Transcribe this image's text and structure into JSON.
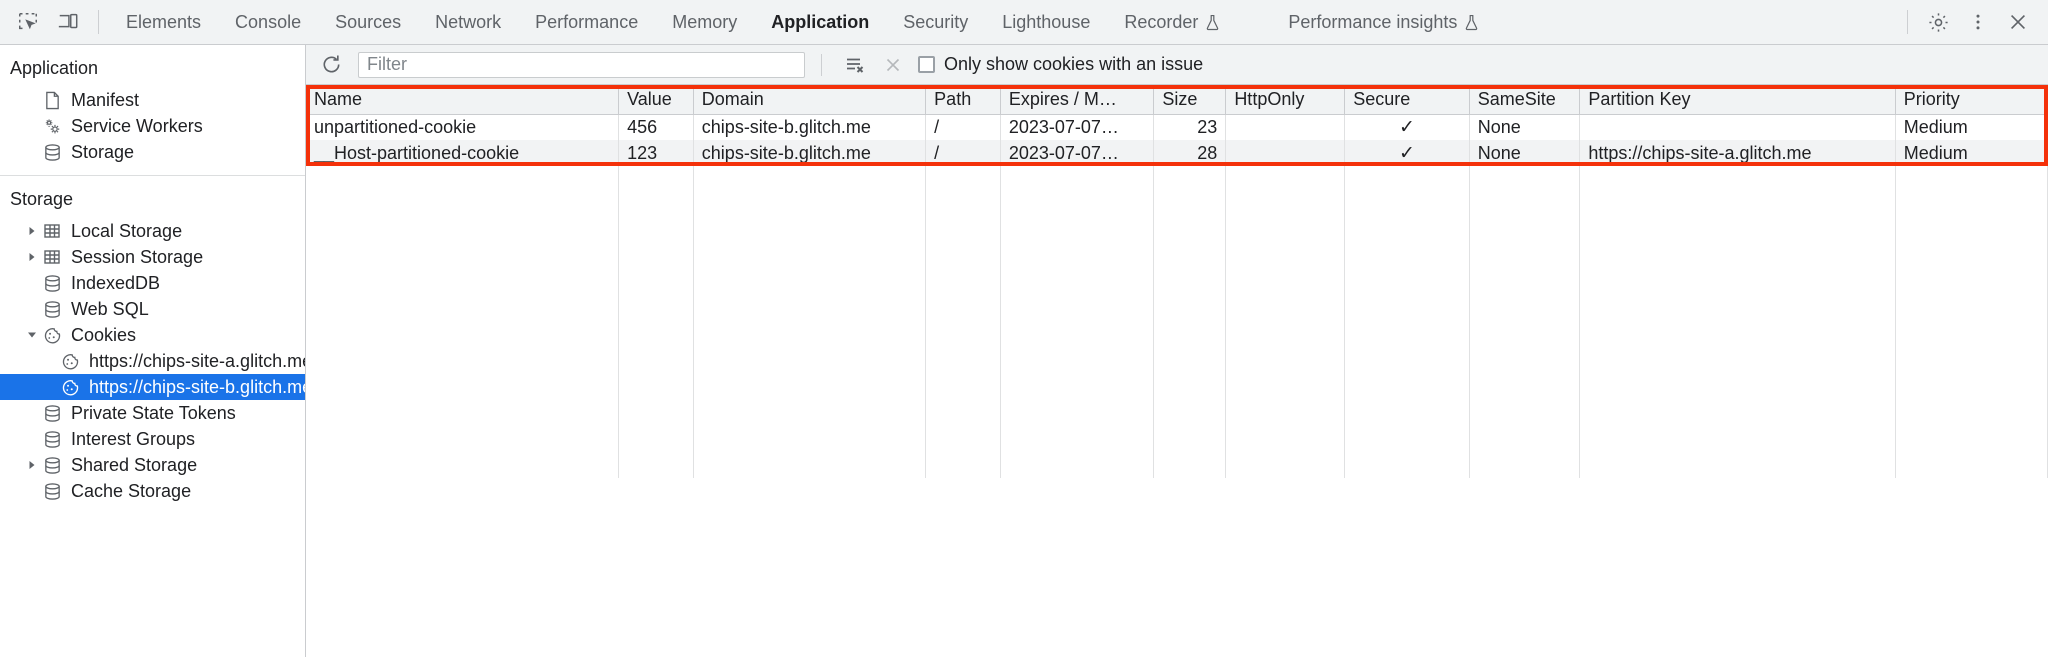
{
  "toolbar": {
    "inspect_icon": "inspect-element-icon",
    "device_icon": "device-toolbar-icon",
    "tabs": [
      {
        "label": "Elements",
        "active": false,
        "experimental": false
      },
      {
        "label": "Console",
        "active": false,
        "experimental": false
      },
      {
        "label": "Sources",
        "active": false,
        "experimental": false
      },
      {
        "label": "Network",
        "active": false,
        "experimental": false
      },
      {
        "label": "Performance",
        "active": false,
        "experimental": false
      },
      {
        "label": "Memory",
        "active": false,
        "experimental": false
      },
      {
        "label": "Application",
        "active": true,
        "experimental": false
      },
      {
        "label": "Security",
        "active": false,
        "experimental": false
      },
      {
        "label": "Lighthouse",
        "active": false,
        "experimental": false
      },
      {
        "label": "Recorder",
        "active": false,
        "experimental": true
      },
      {
        "label": "Performance insights",
        "active": false,
        "experimental": true
      }
    ],
    "settings_icon": "gear-icon",
    "more_icon": "kebab-menu-icon",
    "close_icon": "close-icon",
    "active_tab_accent": "#1a73e8"
  },
  "sidebar": {
    "application": {
      "title": "Application",
      "items": [
        {
          "label": "Manifest",
          "icon": "document-icon",
          "twisty": "none"
        },
        {
          "label": "Service Workers",
          "icon": "gears-icon",
          "twisty": "none"
        },
        {
          "label": "Storage",
          "icon": "database-icon",
          "twisty": "none"
        }
      ]
    },
    "storage": {
      "title": "Storage",
      "items": [
        {
          "label": "Local Storage",
          "icon": "table-icon",
          "twisty": "collapsed",
          "indent": 1,
          "selected": false
        },
        {
          "label": "Session Storage",
          "icon": "table-icon",
          "twisty": "collapsed",
          "indent": 1,
          "selected": false
        },
        {
          "label": "IndexedDB",
          "icon": "database-icon",
          "twisty": "none",
          "indent": 1,
          "selected": false
        },
        {
          "label": "Web SQL",
          "icon": "database-icon",
          "twisty": "none",
          "indent": 1,
          "selected": false
        },
        {
          "label": "Cookies",
          "icon": "cookie-icon",
          "twisty": "expanded",
          "indent": 1,
          "selected": false
        },
        {
          "label": "https://chips-site-a.glitch.me",
          "icon": "cookie-icon",
          "twisty": "none",
          "indent": 2,
          "selected": false
        },
        {
          "label": "https://chips-site-b.glitch.me",
          "icon": "cookie-icon",
          "twisty": "none",
          "indent": 2,
          "selected": true
        },
        {
          "label": "Private State Tokens",
          "icon": "database-icon",
          "twisty": "none",
          "indent": 1,
          "selected": false
        },
        {
          "label": "Interest Groups",
          "icon": "database-icon",
          "twisty": "none",
          "indent": 1,
          "selected": false
        },
        {
          "label": "Shared Storage",
          "icon": "database-icon",
          "twisty": "collapsed",
          "indent": 1,
          "selected": false
        },
        {
          "label": "Cache Storage",
          "icon": "database-icon",
          "twisty": "none",
          "indent": 1,
          "selected": false
        }
      ],
      "selected_highlight": "#1a73e8"
    }
  },
  "filterbar": {
    "refresh_icon": "refresh-icon",
    "filter_placeholder": "Filter",
    "filter_value": "",
    "clear_all_icon": "clear-all-cookies-icon",
    "delete_icon": "delete-selected-icon",
    "checkbox_label": "Only show cookies with an issue",
    "checkbox_checked": false
  },
  "table": {
    "columns": [
      "Name",
      "Value",
      "Domain",
      "Path",
      "Expires / M…",
      "Size",
      "HttpOnly",
      "Secure",
      "SameSite",
      "Partition Key",
      "Priority"
    ],
    "rows": [
      {
        "name": "unpartitioned-cookie",
        "value": "456",
        "domain": "chips-site-b.glitch.me",
        "path": "/",
        "expires": "2023-07-07…",
        "size": "23",
        "httponly": "",
        "secure": "✓",
        "samesite": "None",
        "partition_key": "",
        "priority": "Medium"
      },
      {
        "name": "__Host-partitioned-cookie",
        "value": "123",
        "domain": "chips-site-b.glitch.me",
        "path": "/",
        "expires": "2023-07-07…",
        "size": "28",
        "httponly": "",
        "secure": "✓",
        "samesite": "None",
        "partition_key": "https://chips-site-a.glitch.me",
        "priority": "Medium"
      }
    ],
    "annotation_color": "#f4310a"
  }
}
